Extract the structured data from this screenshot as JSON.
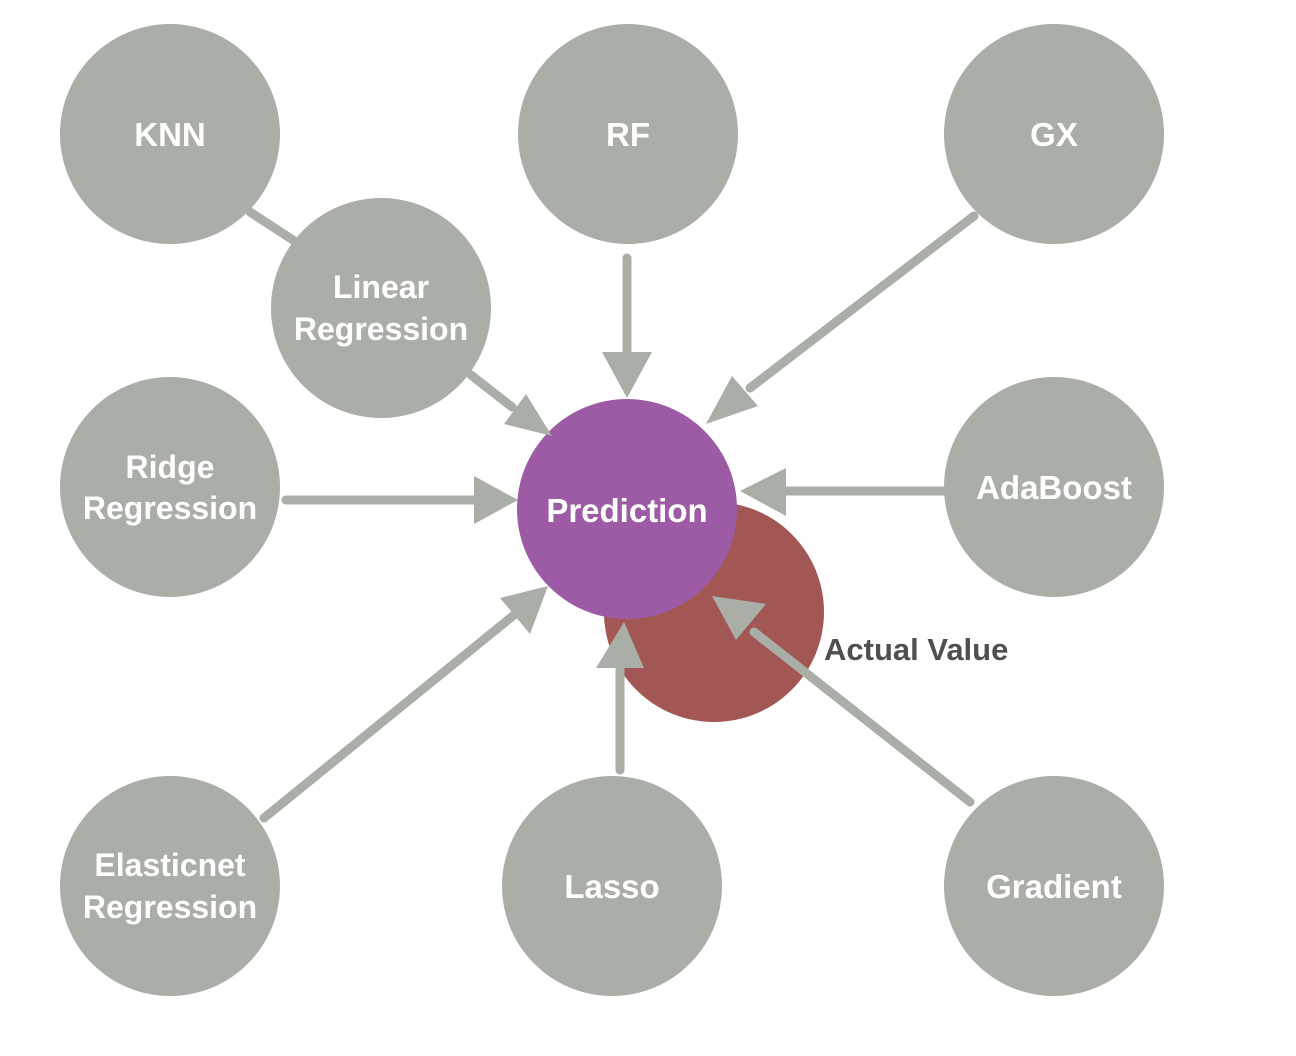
{
  "colors": {
    "model_node": "#a9aea7",
    "prediction_node": "#9c5ba4",
    "actual_node": "#a25754",
    "arrow": "#a9aea7",
    "actual_label": "#4f4f4f",
    "label": "#ffffff"
  },
  "nodes": {
    "knn": "KNN",
    "rf": "RF",
    "gx": "GX",
    "linear_1": "Linear",
    "linear_2": "Regression",
    "ridge_1": "Ridge",
    "ridge_2": "Regression",
    "adaboost": "AdaBoost",
    "elasticnet_1": "Elasticnet",
    "elasticnet_2": "Regression",
    "lasso": "Lasso",
    "gradient": "Gradient",
    "prediction": "Prediction"
  },
  "actual_value_label": "Actual Value"
}
